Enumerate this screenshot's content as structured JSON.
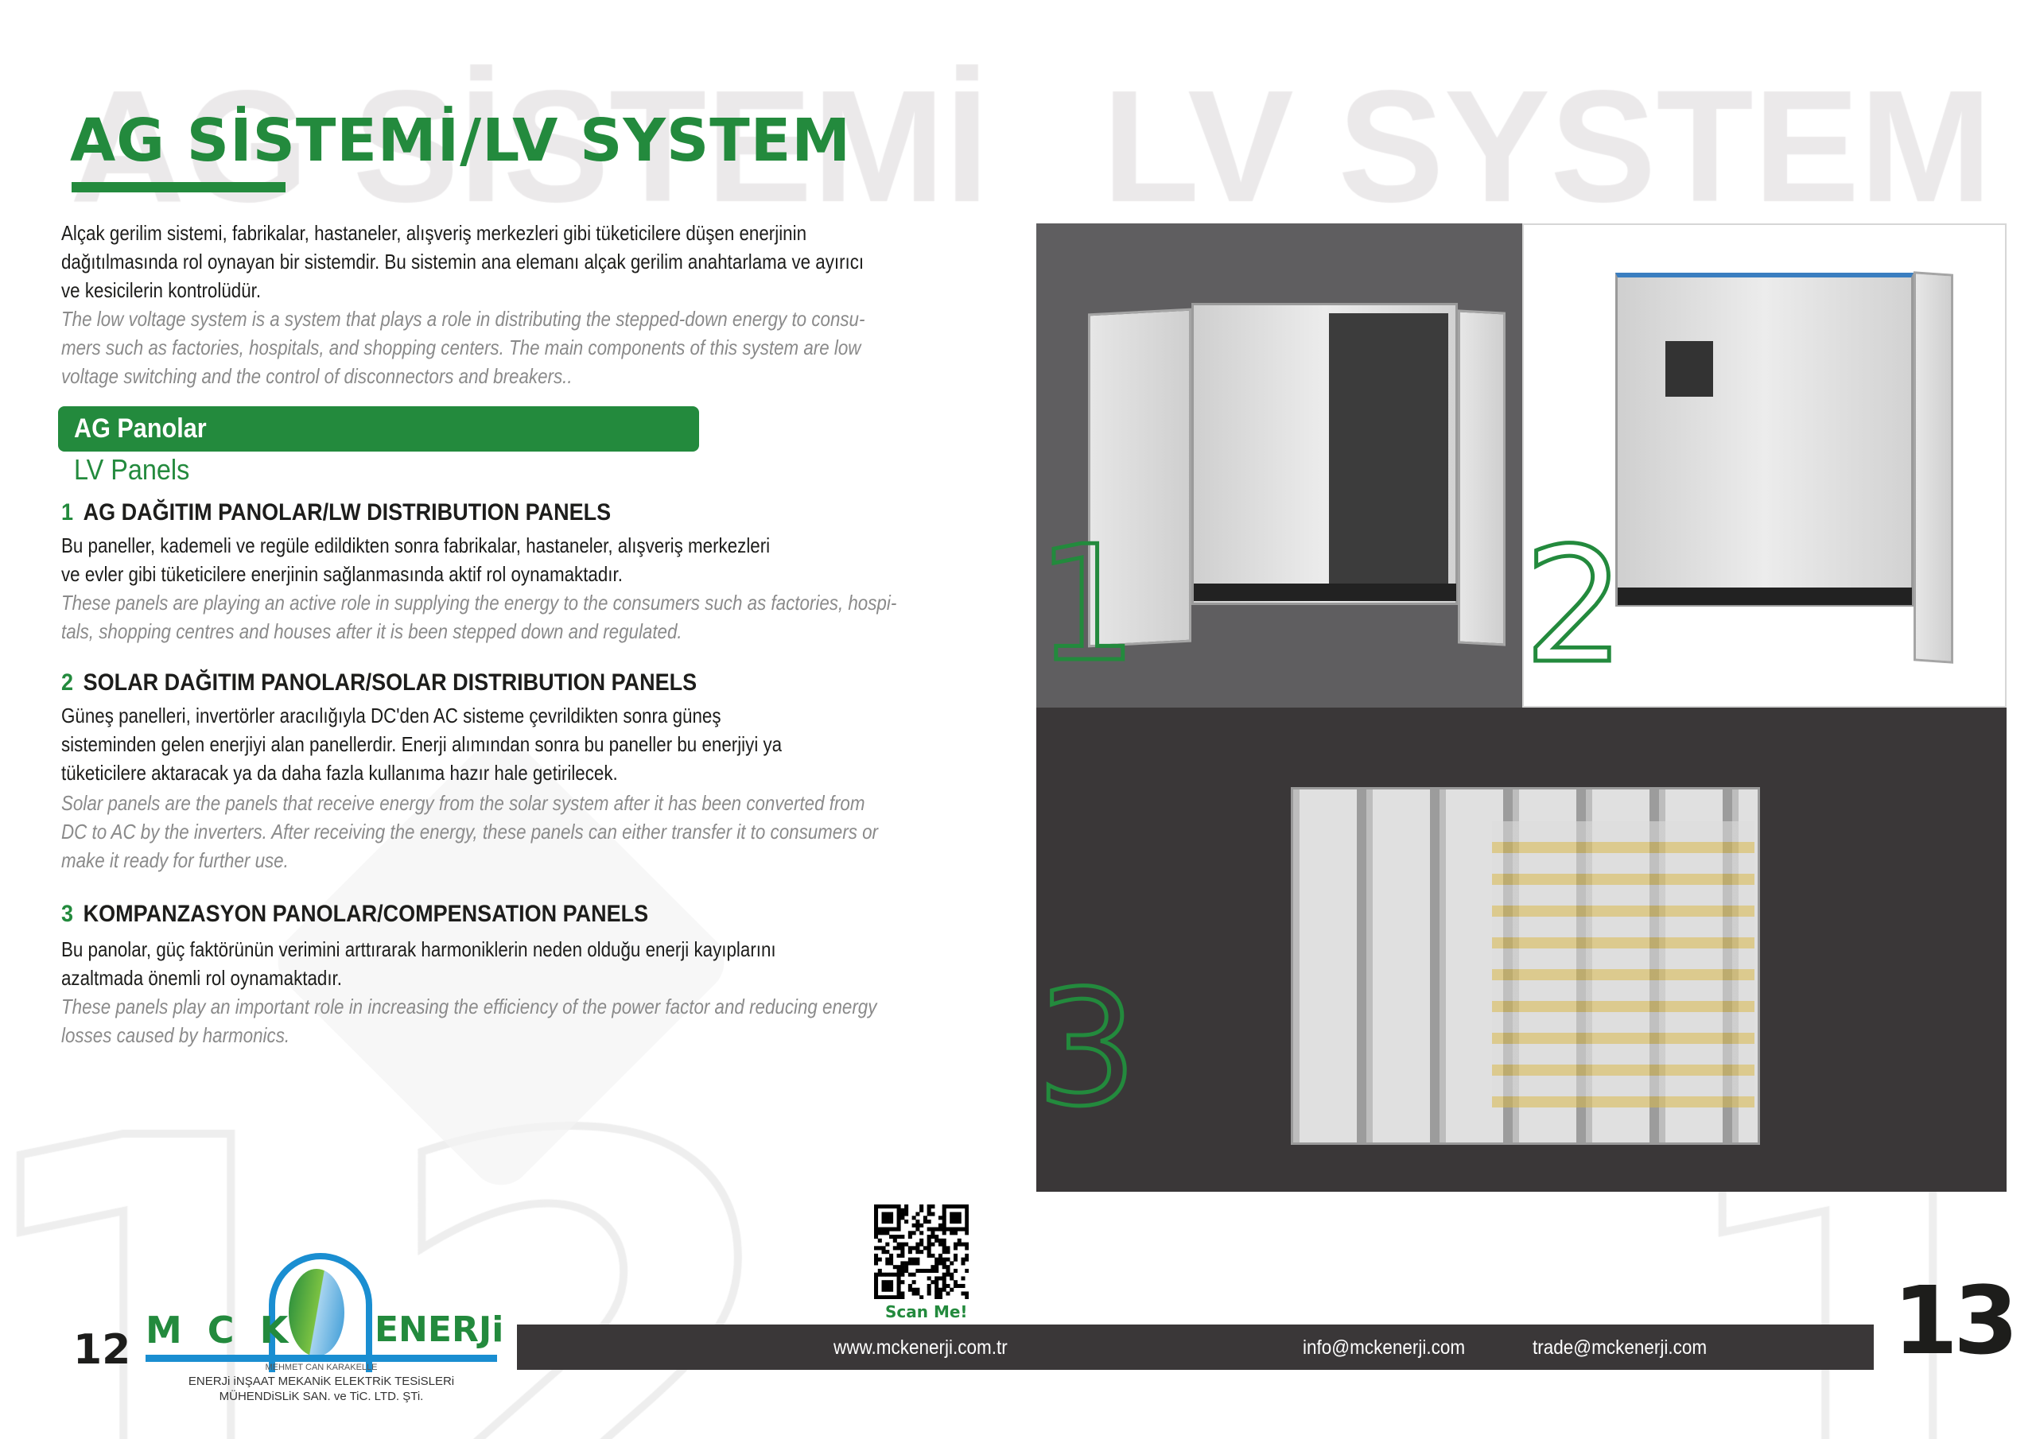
{
  "watermark": {
    "left": "AG SİSTEMİ",
    "right": "LV SYSTEM"
  },
  "background_numbers": {
    "left": "12",
    "right": "13"
  },
  "title": "AG SİSTEMİ/LV SYSTEM",
  "intro": {
    "tr_lines": [
      "Alçak gerilim sistemi, fabrikalar, hastaneler, alışveriş merkezleri gibi tüketicilere düşen enerjinin",
      "dağıtılmasında rol oynayan bir sistemdir. Bu sistemin ana elemanı alçak gerilim anahtarlama ve ayırıcı",
      "ve kesicilerin kontrolüdür."
    ],
    "en_lines": [
      "The low voltage system is a system that plays a role in distributing the stepped-down energy to consu-",
      "mers such as factories, hospitals, and shopping centers. The main components of this system are low",
      "voltage switching and the control of disconnectors and breakers.."
    ]
  },
  "section": {
    "title": "AG Panolar",
    "subtitle": "LV Panels"
  },
  "items": [
    {
      "num": "1",
      "heading": "AG DAĞITIM PANOLAR/LW DISTRIBUTION PANELS",
      "tr_lines": [
        "Bu paneller, kademeli ve regüle edildikten sonra fabrikalar, hastaneler, alışveriş merkezleri",
        "ve evler gibi tüketicilere enerjinin sağlanmasında aktif rol oynamaktadır."
      ],
      "en_lines": [
        "These panels are playing an active role in supplying the energy to the consumers such as factories, hospi-",
        "tals, shopping centres and houses after it is been stepped down and regulated."
      ]
    },
    {
      "num": "2",
      "heading": "SOLAR DAĞITIM PANOLAR/SOLAR DISTRIBUTION PANELS",
      "tr_lines": [
        "Güneş panelleri, invertörler aracılığıyla DC'den AC sisteme çevrildikten sonra güneş",
        "sisteminden gelen enerjiyi alan panellerdir. Enerji alımından sonra bu paneller bu enerjiyi ya",
        "tüketicilere aktaracak ya da daha fazla kullanıma hazır hale getirilecek."
      ],
      "en_lines": [
        "Solar panels are the panels that receive energy from the solar system after it has been converted from",
        "DC to AC by the inverters. After receiving the energy, these panels can either transfer it to consumers or",
        "make it ready for further use."
      ]
    },
    {
      "num": "3",
      "heading": "KOMPANZASYON PANOLAR/COMPENSATION PANELS",
      "tr_lines": [
        "Bu panolar, güç faktörünün verimini arttırarak harmoniklerin neden olduğu enerji kayıplarını",
        "azaltmada önemli rol oynamaktadır."
      ],
      "en_lines": [
        "These panels play an important role in increasing the efficiency of the power factor and reducing energy",
        "losses caused by harmonics."
      ]
    }
  ],
  "photos": [
    {
      "label": "1"
    },
    {
      "label": "2"
    },
    {
      "label": "3"
    }
  ],
  "qr": {
    "caption": "Scan Me!"
  },
  "logo": {
    "left": "M C K",
    "right": "ENERJi",
    "tagline": "MEHMET CAN KARAKELLE",
    "line1": "ENERJi iNŞAAT MEKANiK ELEKTRiK TESiSLERi",
    "line2": "MÜHENDiSLiK SAN. ve TiC. LTD. ŞTi."
  },
  "footer": {
    "website": "www.mckenerji.com.tr",
    "email1": "info@mckenerji.com",
    "email2": "trade@mckenerji.com"
  },
  "pages": {
    "left": "12",
    "right": "13"
  },
  "colors": {
    "brand_green": "#238a3d",
    "dark": "#3a3738",
    "photo_gray": "#5f5e60"
  }
}
